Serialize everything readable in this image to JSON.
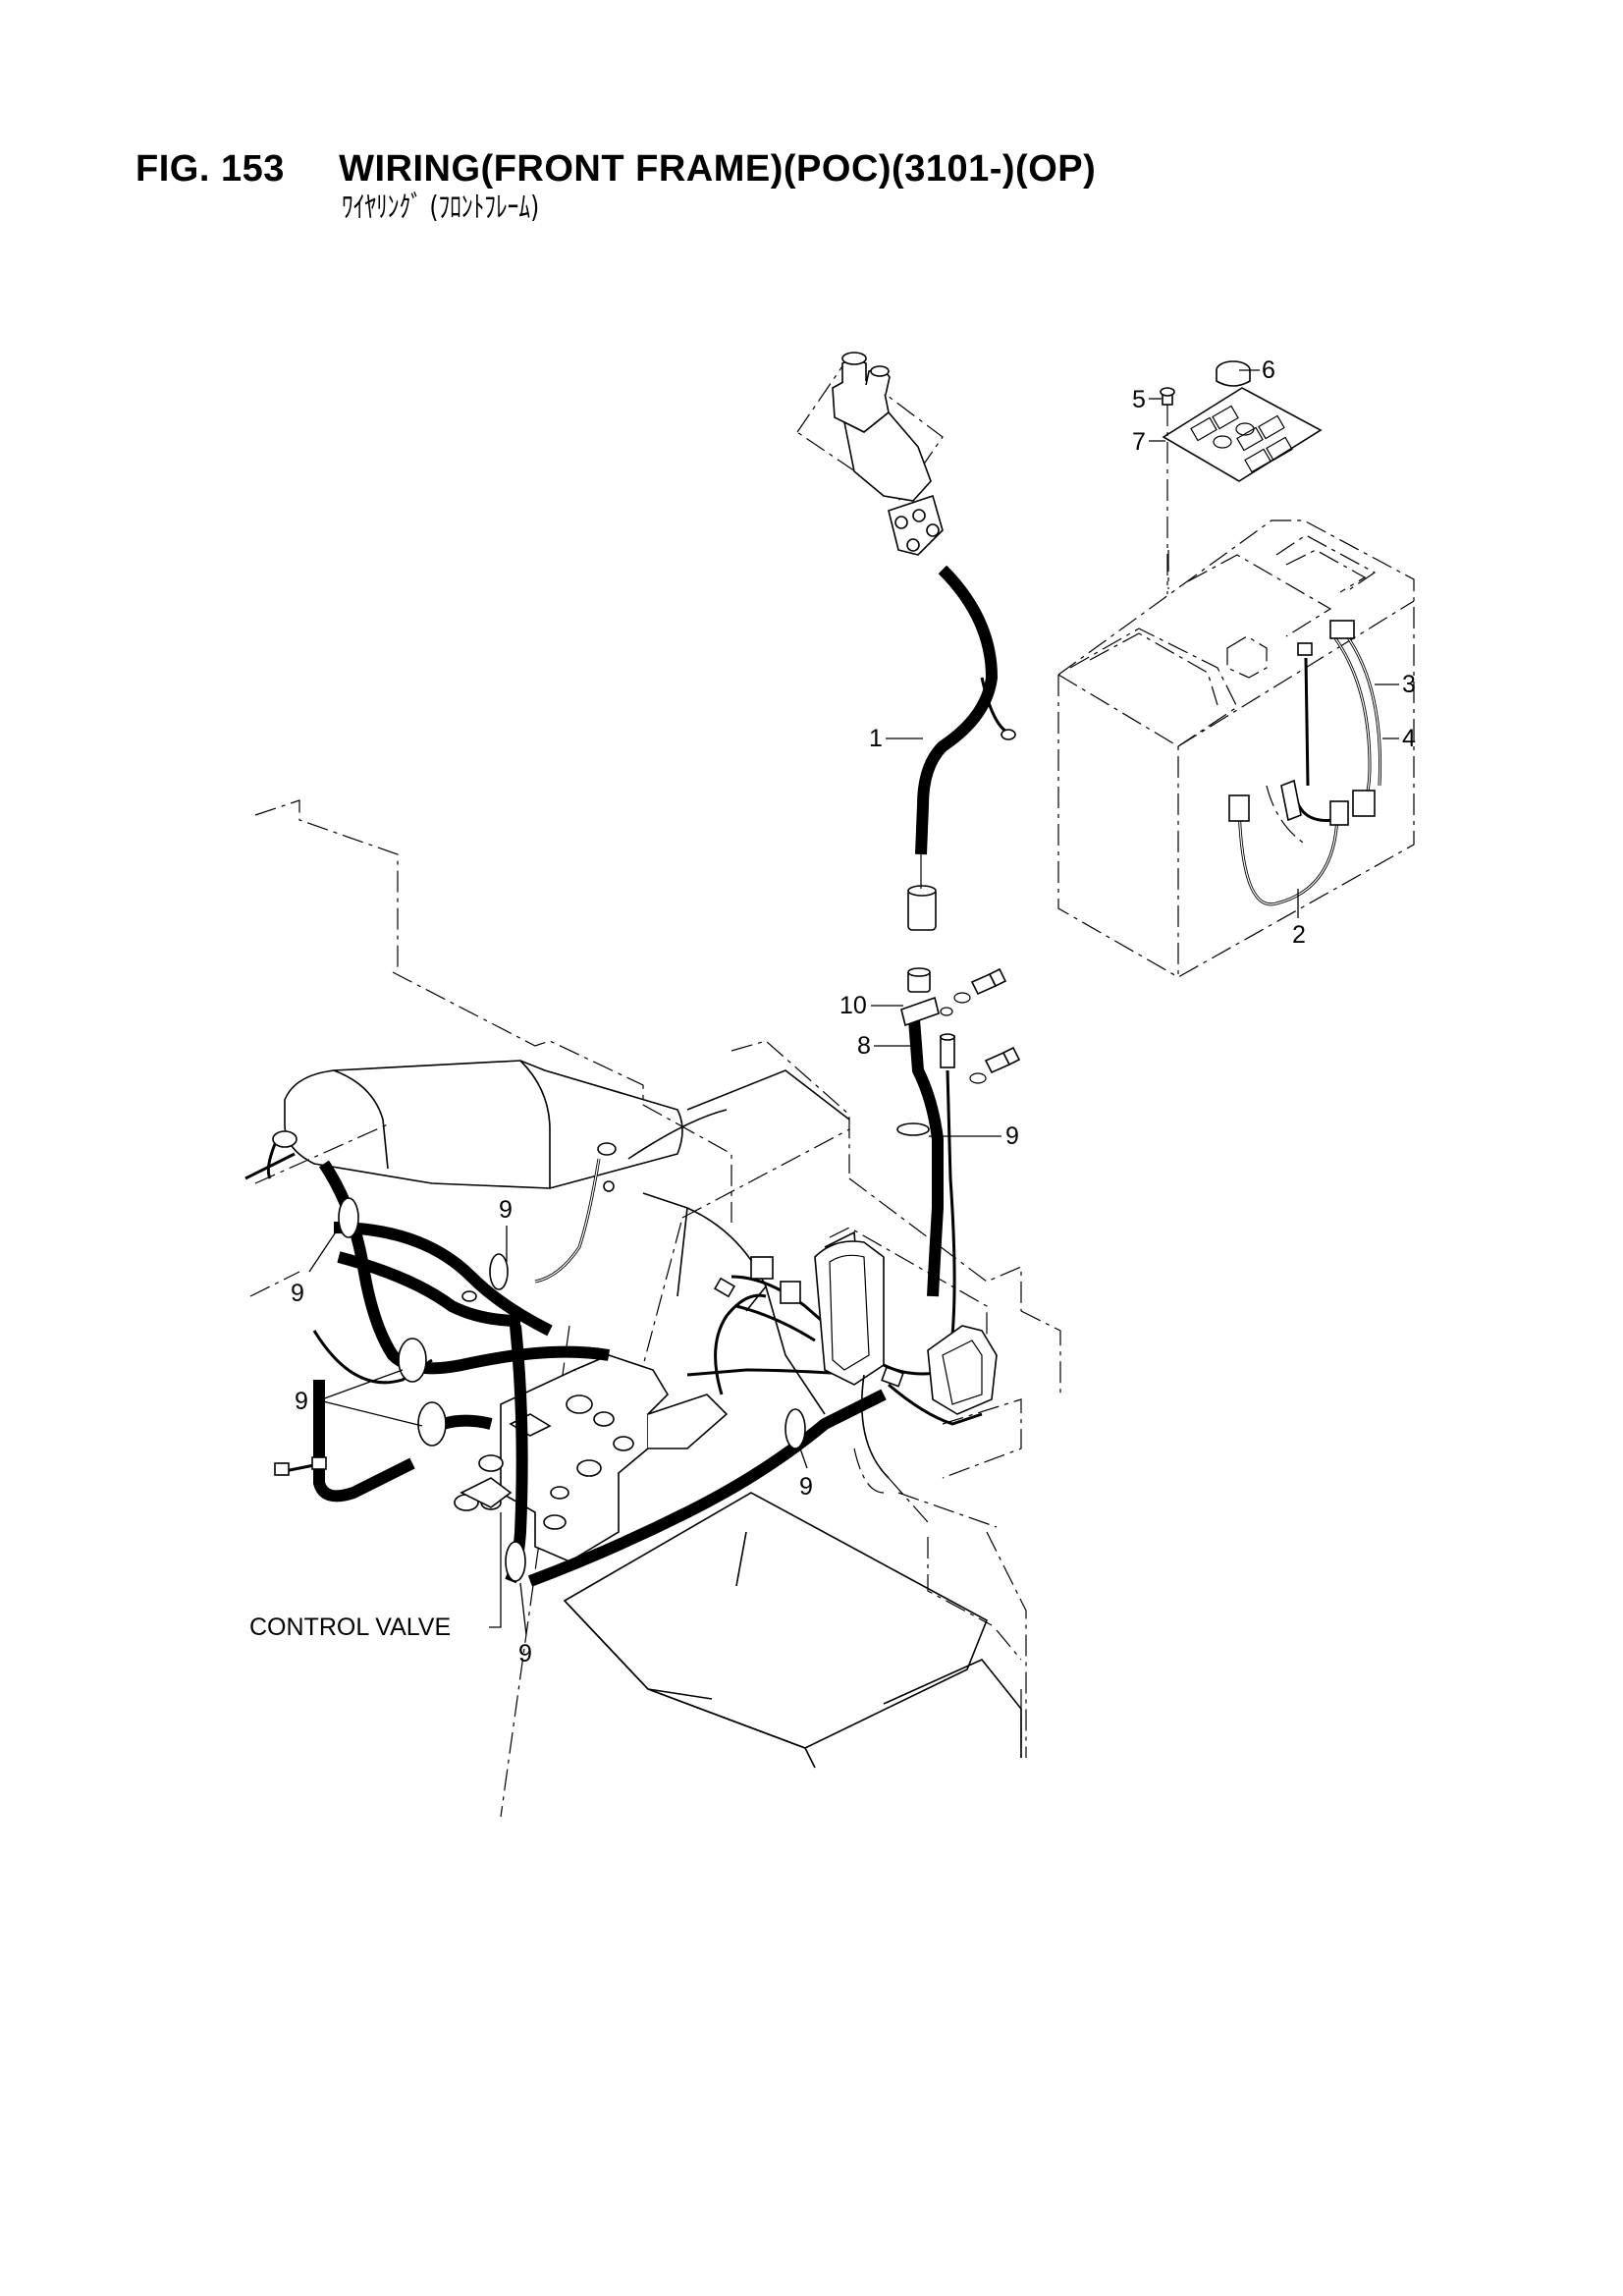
{
  "header": {
    "title": "FIG. 153     WIRING(FRONT FRAME)(POC)(3101-)(OP)",
    "subtitle": "ﾜｲﾔﾘﾝｸﾞ (ﾌﾛﾝﾄﾌﾚｰﾑ)"
  },
  "callouts": [
    {
      "label": "1"
    },
    {
      "label": "2"
    },
    {
      "label": "3"
    },
    {
      "label": "4"
    },
    {
      "label": "5"
    },
    {
      "label": "6"
    },
    {
      "label": "7"
    },
    {
      "label": "8"
    },
    {
      "label": "9"
    },
    {
      "label": "10"
    }
  ],
  "labels": {
    "control_valve": "CONTROL VALVE"
  },
  "colors": {
    "ink": "#000000",
    "paper": "#ffffff"
  }
}
